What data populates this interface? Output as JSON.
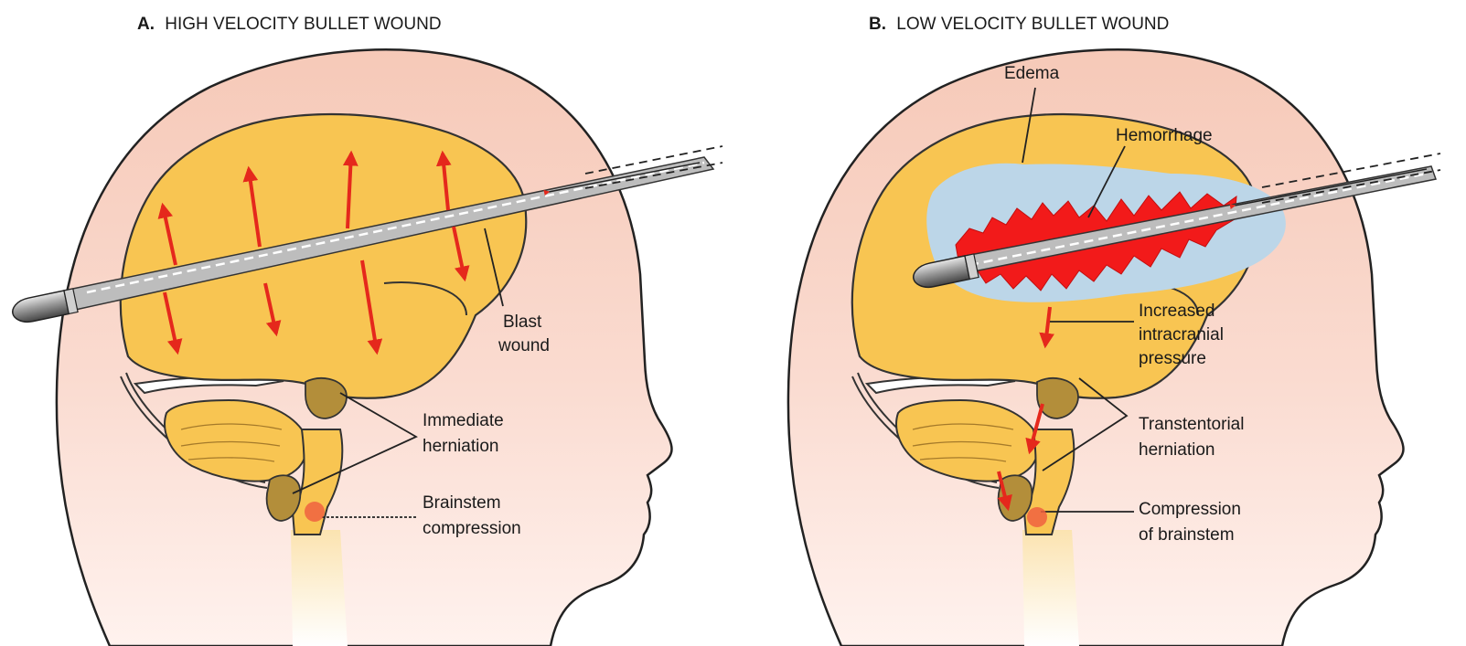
{
  "panel_a": {
    "title_letter": "A.",
    "title_text": "HIGH VELOCITY BULLET WOUND",
    "labels": {
      "blast_1": "Blast",
      "blast_2": "wound",
      "herniation_1": "Immediate",
      "herniation_2": "herniation",
      "brainstem_1": "Brainstem",
      "brainstem_2": "compression"
    }
  },
  "panel_b": {
    "title_letter": "B.",
    "title_text": "LOW VELOCITY BULLET WOUND",
    "labels": {
      "edema": "Edema",
      "hemorrhage": "Hemorrhage",
      "icp_1": "Increased",
      "icp_2": "intracranial",
      "icp_3": "pressure",
      "herniation_1": "Transtentorial",
      "herniation_2": "herniation",
      "brainstem_1": "Compression",
      "brainstem_2": "of brainstem"
    }
  },
  "colors": {
    "skin": "#f7d3c4",
    "brain": "#f8c552",
    "herniated_tissue": "#b38e3a",
    "edema": "#bcd6e8",
    "hemorrhage": "#f21a1a",
    "arrows": "#e5281c",
    "bullet_track": "#bdbdbd",
    "compression_spot": "#f06040"
  },
  "icons": [
    "bullet-icon",
    "trajectory-arrow-icon",
    "pressure-arrow-icon"
  ]
}
